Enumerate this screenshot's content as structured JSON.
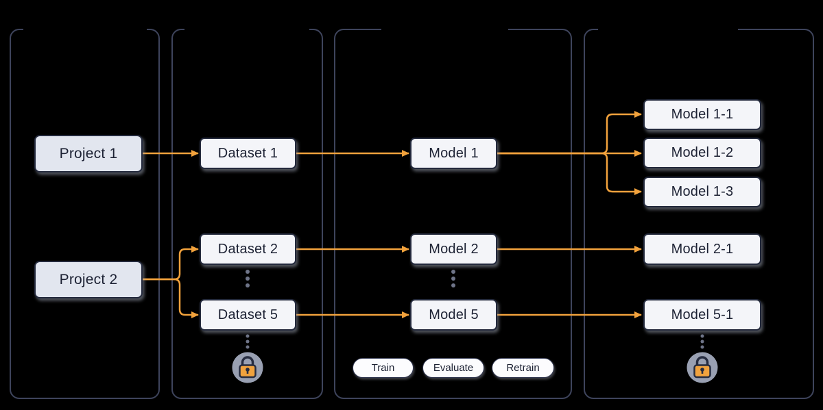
{
  "nodes": {
    "projects": [
      {
        "id": "project-1",
        "label": "Project 1"
      },
      {
        "id": "project-2",
        "label": "Project 2"
      }
    ],
    "datasets": [
      {
        "id": "dataset-1",
        "label": "Dataset 1"
      },
      {
        "id": "dataset-2",
        "label": "Dataset 2"
      },
      {
        "id": "dataset-5",
        "label": "Dataset 5"
      }
    ],
    "models": [
      {
        "id": "model-1",
        "label": "Model 1"
      },
      {
        "id": "model-2",
        "label": "Model 2"
      },
      {
        "id": "model-5",
        "label": "Model 5"
      }
    ],
    "retrained_models": [
      {
        "id": "model-1-1",
        "label": "Model 1-1"
      },
      {
        "id": "model-1-2",
        "label": "Model 1-2"
      },
      {
        "id": "model-1-3",
        "label": "Model 1-3"
      },
      {
        "id": "model-2-1",
        "label": "Model 2-1"
      },
      {
        "id": "model-5-1",
        "label": "Model 5-1"
      }
    ]
  },
  "actions": [
    {
      "id": "train",
      "label": "Train"
    },
    {
      "id": "evaluate",
      "label": "Evaluate"
    },
    {
      "id": "retrain",
      "label": "Retrain"
    }
  ],
  "icons": {
    "datasets_lock": "lock-icon",
    "retrained_models_lock": "lock-icon"
  },
  "colors": {
    "background": "#000000",
    "panel_border": "#3E445C",
    "node_border": "#23293C",
    "node_fill": "#F4F5F9",
    "project_fill": "#E2E6EF",
    "arrow": "#F2A23C",
    "lock_badge": "#99A0B2",
    "lock_body": "#F0A23E",
    "dots": "#6E7488",
    "text": "#1C2133"
  }
}
